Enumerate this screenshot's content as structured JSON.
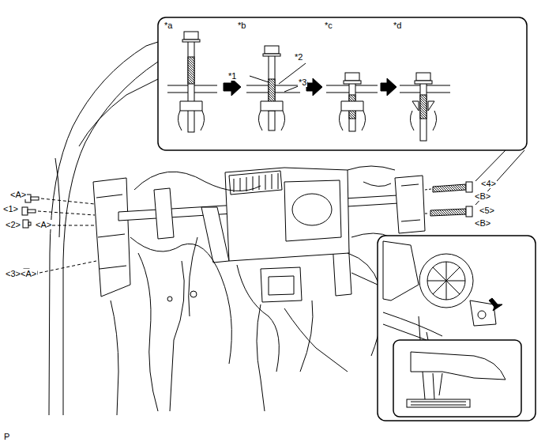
{
  "diagram": {
    "nodes": [
      {
        "text": [
          "*a",
          "*b",
          "*c",
          "*d",
          "*2",
          "*1",
          "*3"
        ]
      }
    ],
    "labels": [
      "<A>",
      "<1>",
      "<2>",
      "<A>",
      "<3><A>",
      "<4>",
      "<B>",
      "<5>",
      "<B>",
      "P"
    ]
  }
}
